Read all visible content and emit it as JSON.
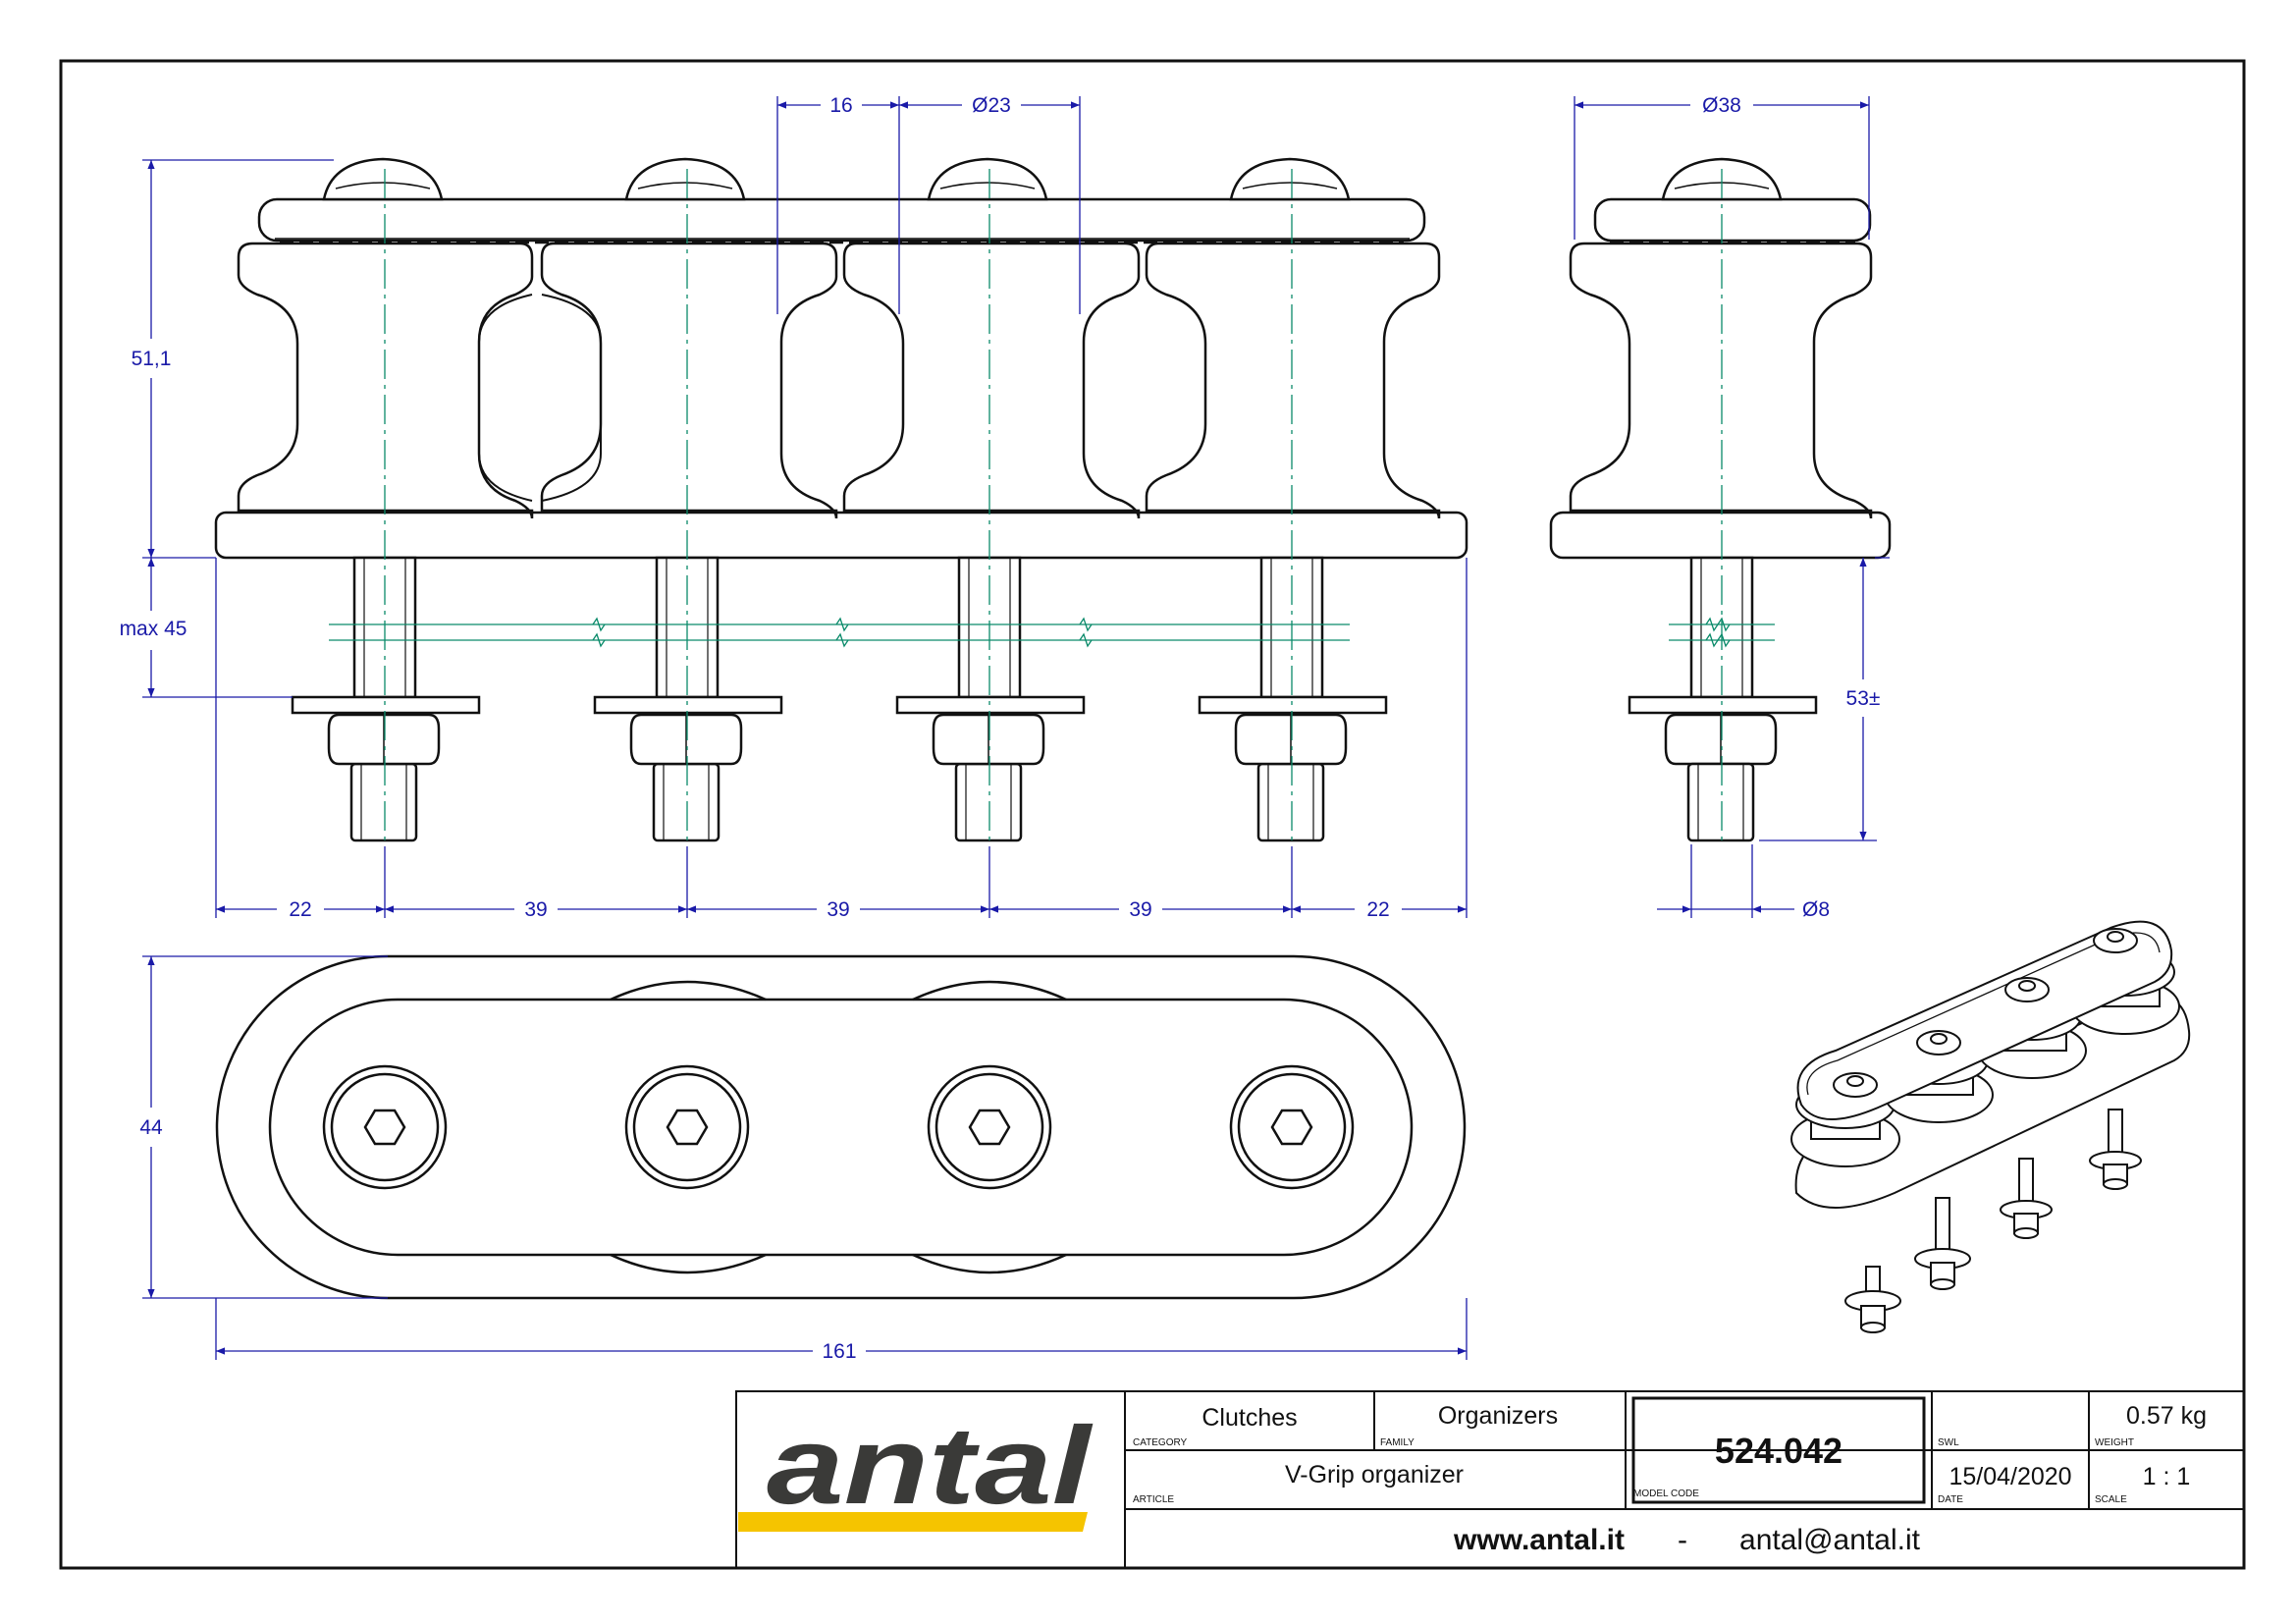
{
  "dimensions": {
    "d16": "16",
    "d23": "Ø23",
    "d38": "Ø38",
    "d51": "51,1",
    "max45": "max 45",
    "d53": "53±",
    "d22a": "22",
    "d39a": "39",
    "d39b": "39",
    "d39c": "39",
    "d22b": "22",
    "d8": "Ø8",
    "d44": "44",
    "d161": "161"
  },
  "title_block": {
    "category_value": "Clutches",
    "category_label": "CATEGORY",
    "family_value": "Organizers",
    "family_label": "FAMILY",
    "article_value": "V-Grip organizer",
    "article_label": "ARTICLE",
    "model_code_value": "524.042",
    "model_code_label": "MODEL CODE",
    "swl_label": "SWL",
    "weight_value": "0.57 kg",
    "weight_label": "WEIGHT",
    "date_value": "15/04/2020",
    "date_label": "DATE",
    "scale_value": "1 : 1",
    "scale_label": "SCALE",
    "website": "www.antal.it",
    "separator": "-",
    "email": "antal@antal.it"
  },
  "logo": {
    "text": "antal",
    "stripe_color": "#f5c400",
    "text_color": "#3a3a38"
  },
  "colors": {
    "dimension": "#1a1aa8",
    "centerline": "#0a8a6a",
    "outline": "#111111"
  }
}
